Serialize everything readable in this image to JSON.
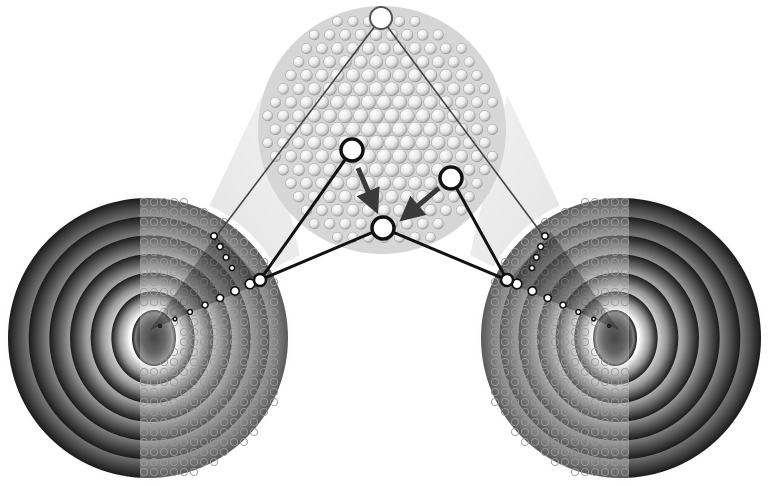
{
  "figure": {
    "background": "#ffffff",
    "colors": {
      "ink": "#111111",
      "thin_line": "#444444",
      "node_fill": "#ffffff",
      "top_node_stroke": "#555555",
      "arrow": "#3a3a3a",
      "cone": "#bdbdbd"
    },
    "icons": {
      "sphere": "icosahedral-sphere-of-beads",
      "disk_left": "concentric-ring-disk",
      "disk_right": "concentric-ring-disk"
    },
    "counts": {
      "ring_layers": 7,
      "bead_columns": 3
    }
  }
}
